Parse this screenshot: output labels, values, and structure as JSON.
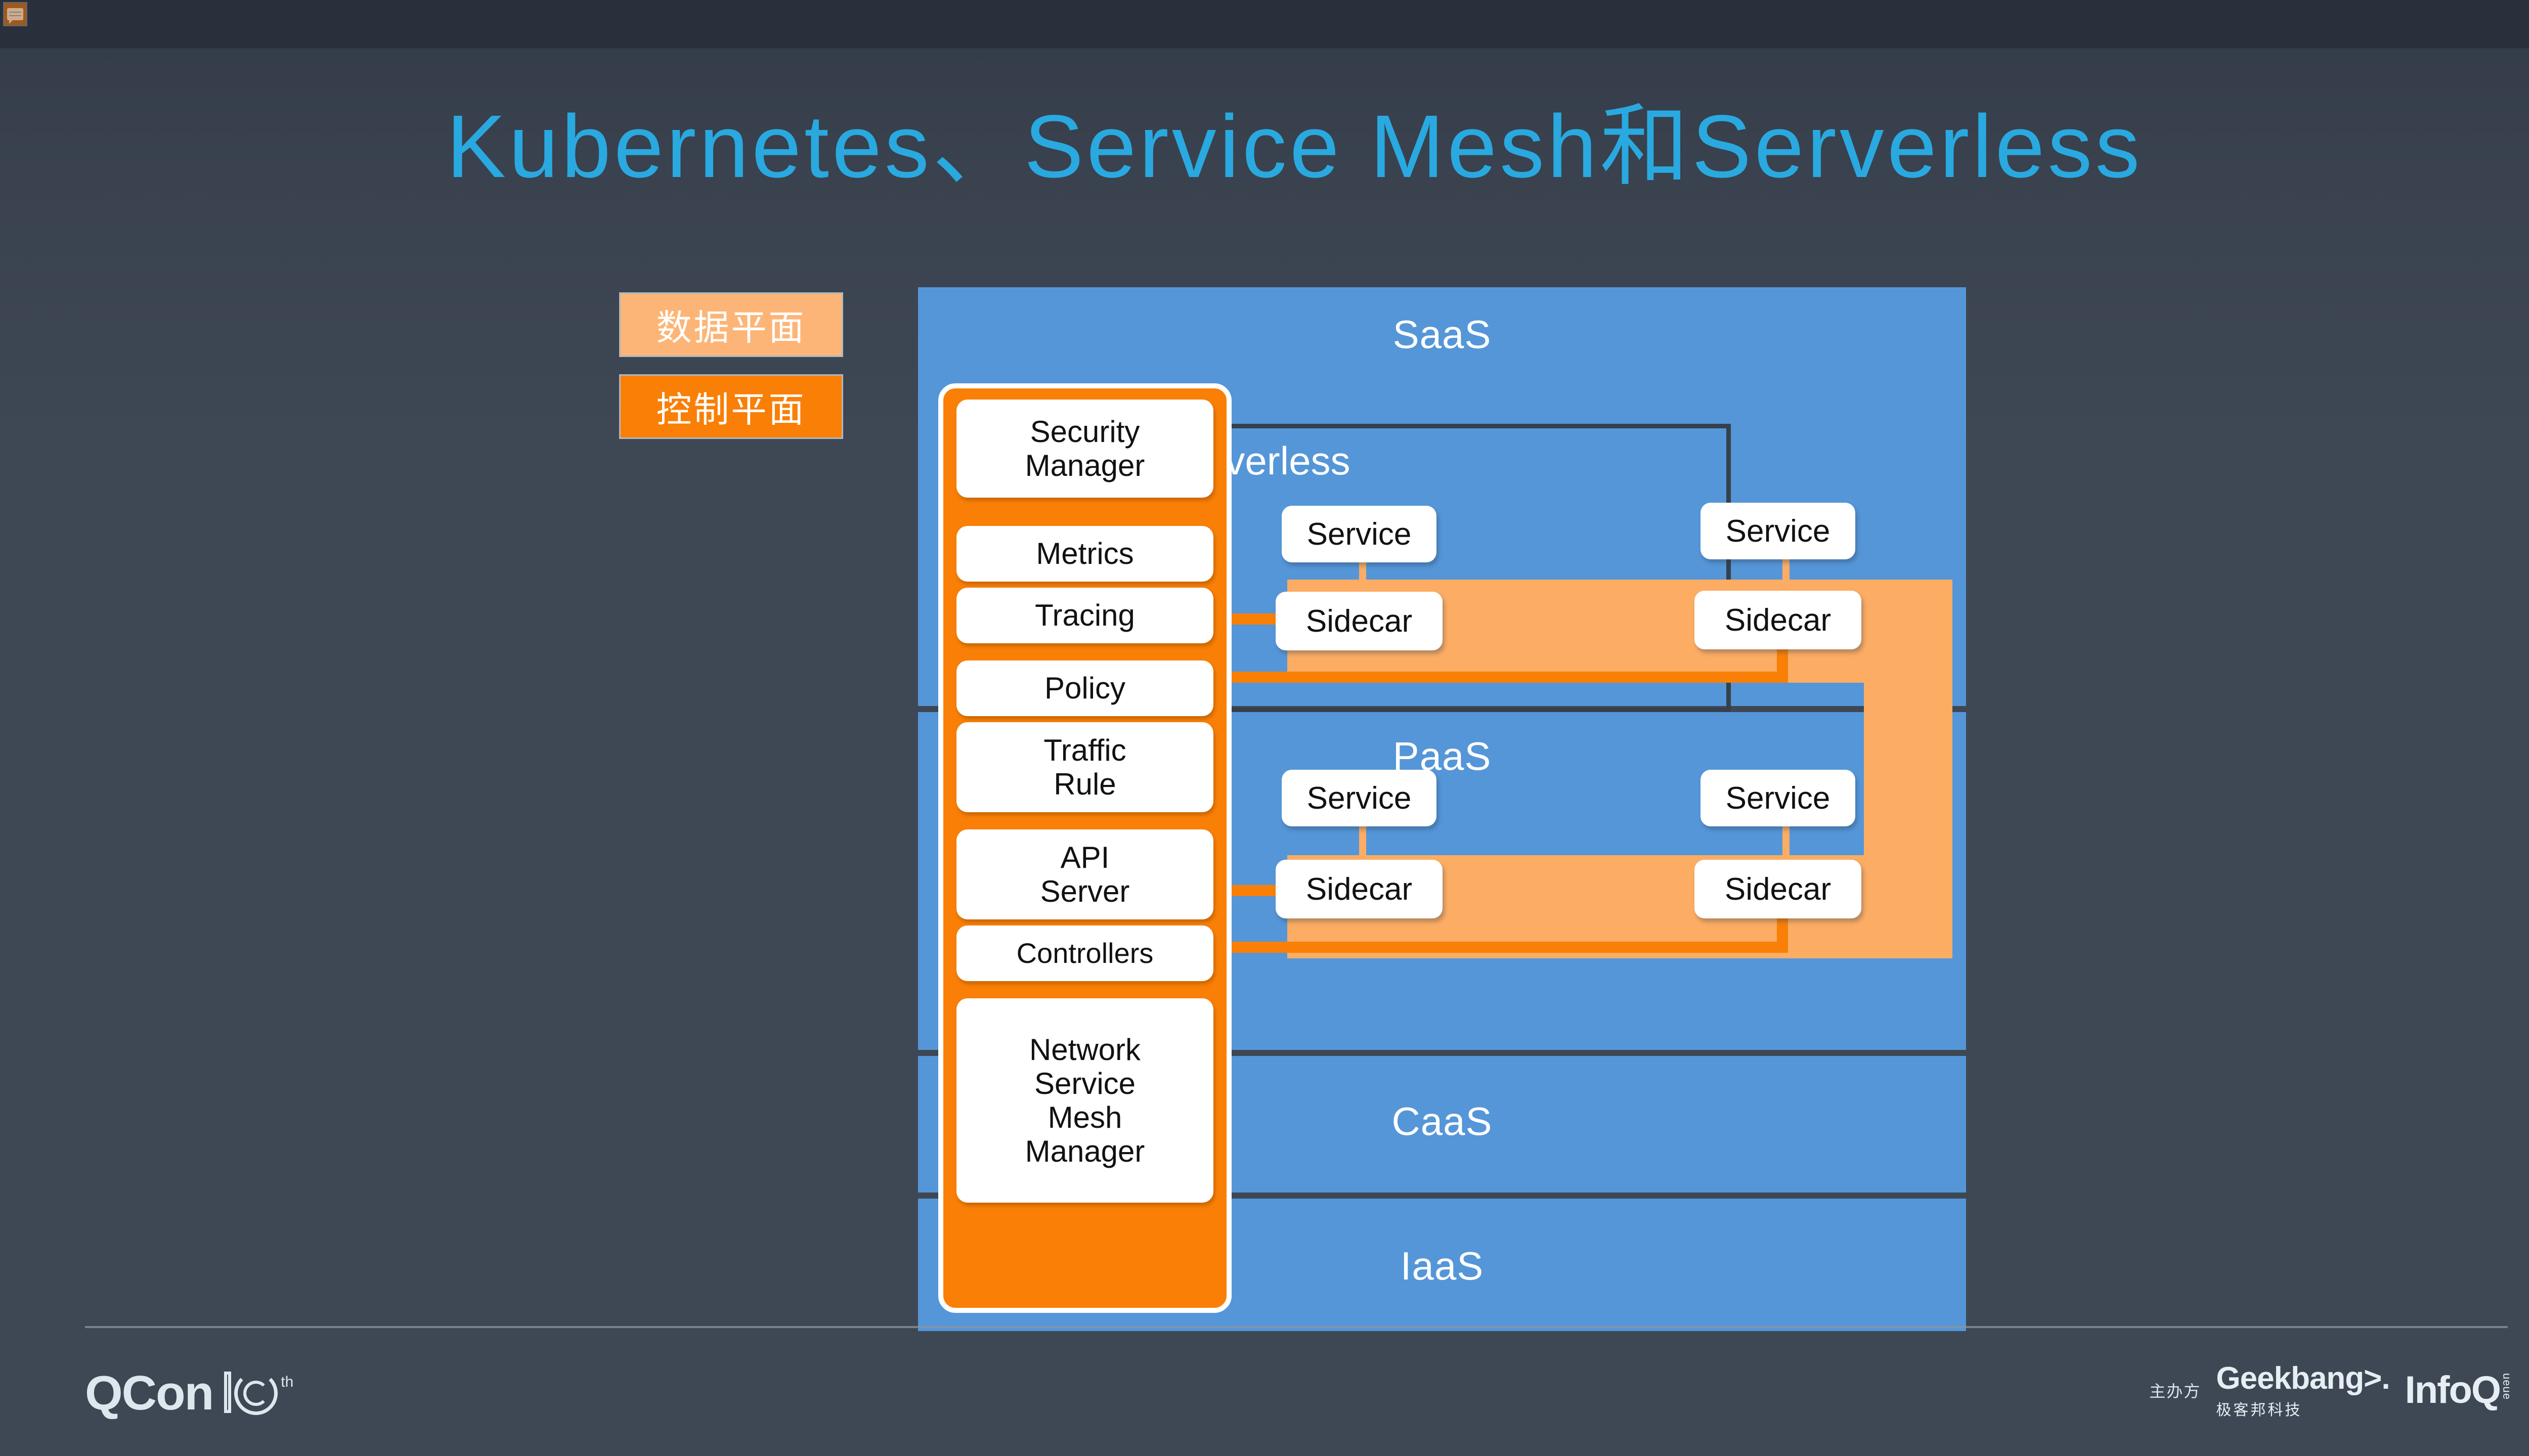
{
  "slide": {
    "title": "Kubernetes、Service Mesh和Serverless",
    "note_icon": "comment-note-icon",
    "colors": {
      "background": "#3e4854",
      "title": "#29a9e0",
      "layer_blue": "#5596d8",
      "control_plane_orange": "#f97f06",
      "data_plane_orange": "#fcac63",
      "divider": "#36404c"
    }
  },
  "legend": {
    "items": [
      {
        "label": "数据平面",
        "color": "#fcb577",
        "name": "data-plane"
      },
      {
        "label": "控制平面",
        "color": "#f97f06",
        "name": "control-plane"
      }
    ]
  },
  "diagram": {
    "layers": [
      {
        "id": "saas",
        "label": "SaaS"
      },
      {
        "id": "paas",
        "label": "PaaS"
      },
      {
        "id": "caas",
        "label": "CaaS"
      },
      {
        "id": "iaas",
        "label": "IaaS"
      }
    ],
    "serverless_label": "Serverless",
    "control_plane": {
      "items": [
        "Security\nManager",
        "Metrics",
        "Tracing",
        "Policy",
        "Traffic\nRule",
        "API\nServer",
        "Controllers",
        "Network\nService\nMesh\nManager"
      ]
    },
    "nodes": {
      "service_label": "Service",
      "sidecar_label": "Sidecar",
      "serverless_row": [
        {
          "service": "Service",
          "sidecar": "Sidecar"
        },
        {
          "service": "Service",
          "sidecar": "Sidecar"
        }
      ],
      "paas_row": [
        {
          "service": "Service",
          "sidecar": "Sidecar"
        },
        {
          "service": "Service",
          "sidecar": "Sidecar"
        }
      ]
    }
  },
  "footer": {
    "conference": "QCon",
    "anniversary_superscript": "th",
    "host_label": "主办方",
    "geekbang_en": "Geekbang>.",
    "geekbang_cn": "极客邦科技",
    "infoq": "InfoQ",
    "infoq_sub": "ueue"
  }
}
